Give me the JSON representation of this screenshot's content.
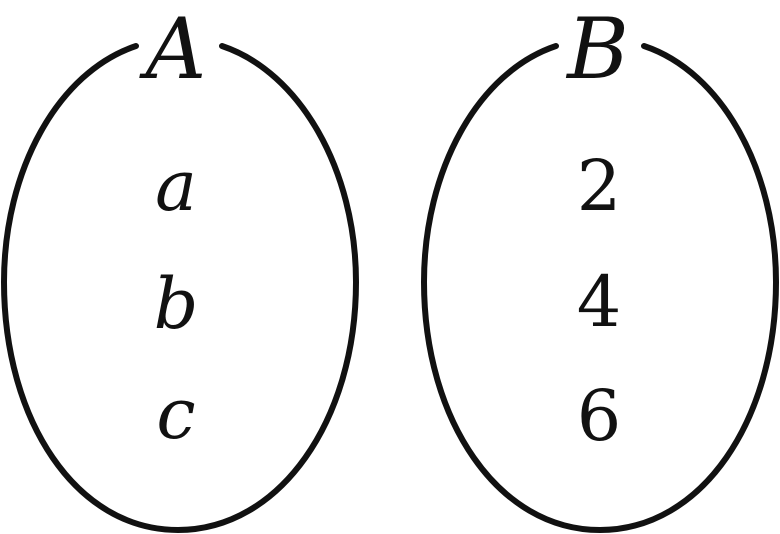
{
  "sets": [
    {
      "name": "A",
      "elements": [
        "a",
        "b",
        "c"
      ]
    },
    {
      "name": "B",
      "elements": [
        "2",
        "4",
        "6"
      ]
    }
  ]
}
